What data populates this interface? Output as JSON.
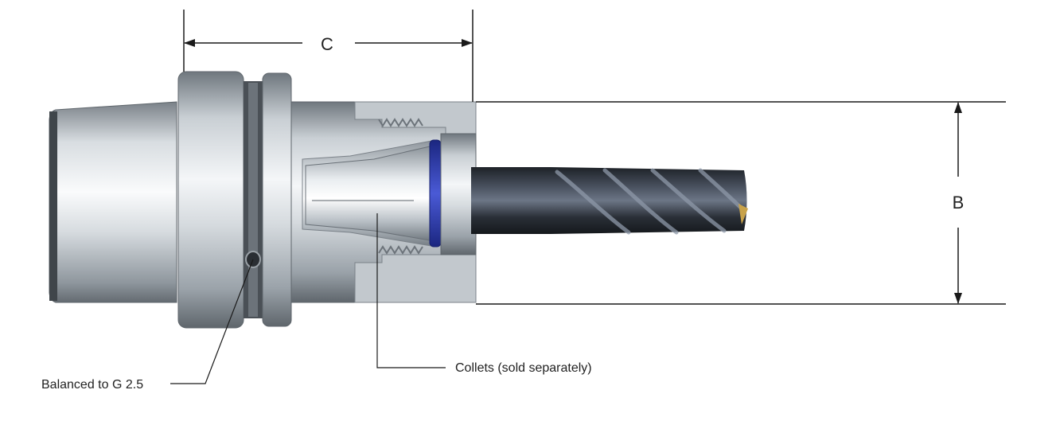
{
  "dimensions": {
    "c_label": "C",
    "b_label": "B"
  },
  "callouts": {
    "balance": "Balanced to G 2.5",
    "collets": "Collets (sold separately)"
  },
  "colors": {
    "dimension_line": "#1a1a1a",
    "collet_ring": "#2f3fb0",
    "cutter": "#2b2f36",
    "steel_light": "#e8ecef",
    "steel_dark": "#7d858c"
  }
}
